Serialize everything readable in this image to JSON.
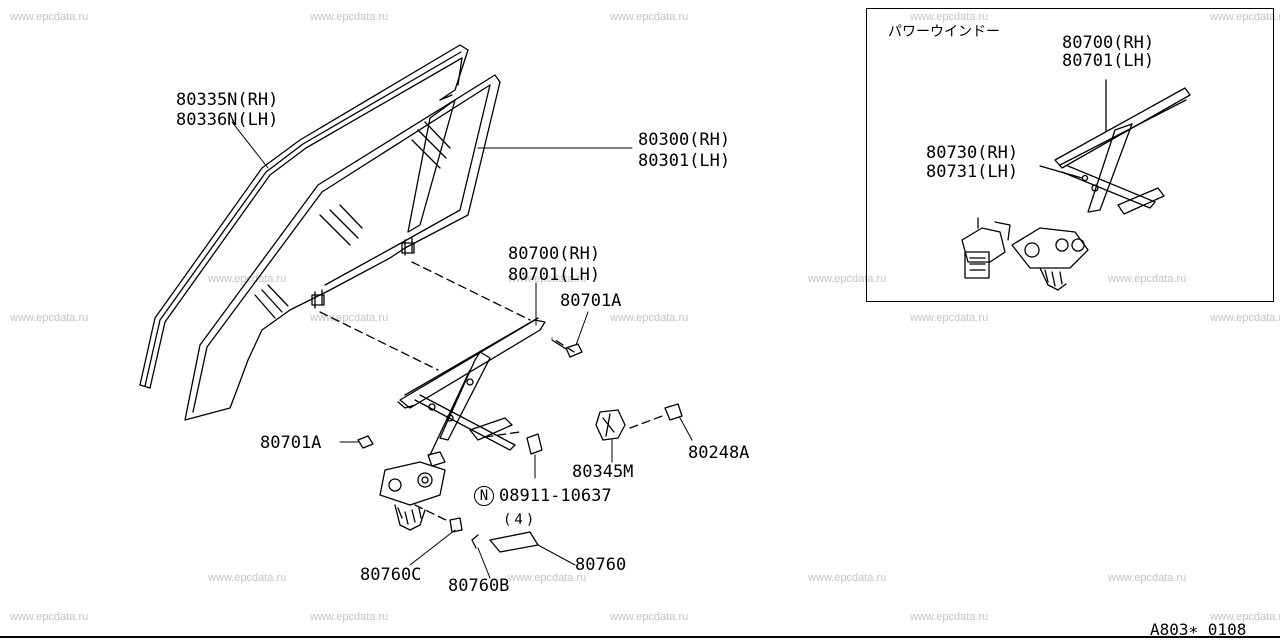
{
  "watermarks": [
    "www.epcdata.ru",
    "www.epcdata.ru",
    "www.epcdata.ru",
    "www.epcdata.ru",
    "www.epcdata.ru",
    "www.epcdata.ru",
    "www.epcdata.ru",
    "www.epcdata.ru",
    "www.epcdata.ru",
    "www.epcdata.ru",
    "www.epcdata.ru",
    "www.epcdata.ru",
    "www.epcdata.ru",
    "www.epcdata.ru",
    "www.epcdata.ru",
    "www.epcdata.ru",
    "www.epcdata.ru",
    "www.epcdata.ru",
    "www.epcdata.ru",
    "www.epcdata.ru",
    "www.epcdata.ru",
    "www.epcdata.ru",
    "www.epcdata.ru",
    "www.epcdata.ru",
    "www.epcdata.ru",
    "www.epcdata.ru",
    "www.epcdata.ru",
    "www.epcdata.ru",
    "www.epcdata.ru",
    "www.epcdata.ru"
  ],
  "labels": {
    "p80335n": "80335N(RH)",
    "p80336n": "80336N(LH)",
    "p80300": "80300(RH)",
    "p80301": "80301(LH)",
    "p80700": "80700(RH)",
    "p80701": "80701(LH)",
    "p80701a_right": "80701A",
    "p80701a_left": "80701A",
    "p80345m": "80345M",
    "p80248a": "80248A",
    "nut_symbol": "N",
    "p08911": "08911-10637",
    "qty": "(4)",
    "p80760c": "80760C",
    "p80760b": "80760B",
    "p80760": "80760"
  },
  "inset": {
    "title": "パワーウインドー",
    "p80700": "80700(RH)",
    "p80701": "80701(LH)",
    "p80730": "80730(RH)",
    "p80731": "80731(LH)"
  },
  "footer": {
    "code": "A803∗ 0108"
  }
}
